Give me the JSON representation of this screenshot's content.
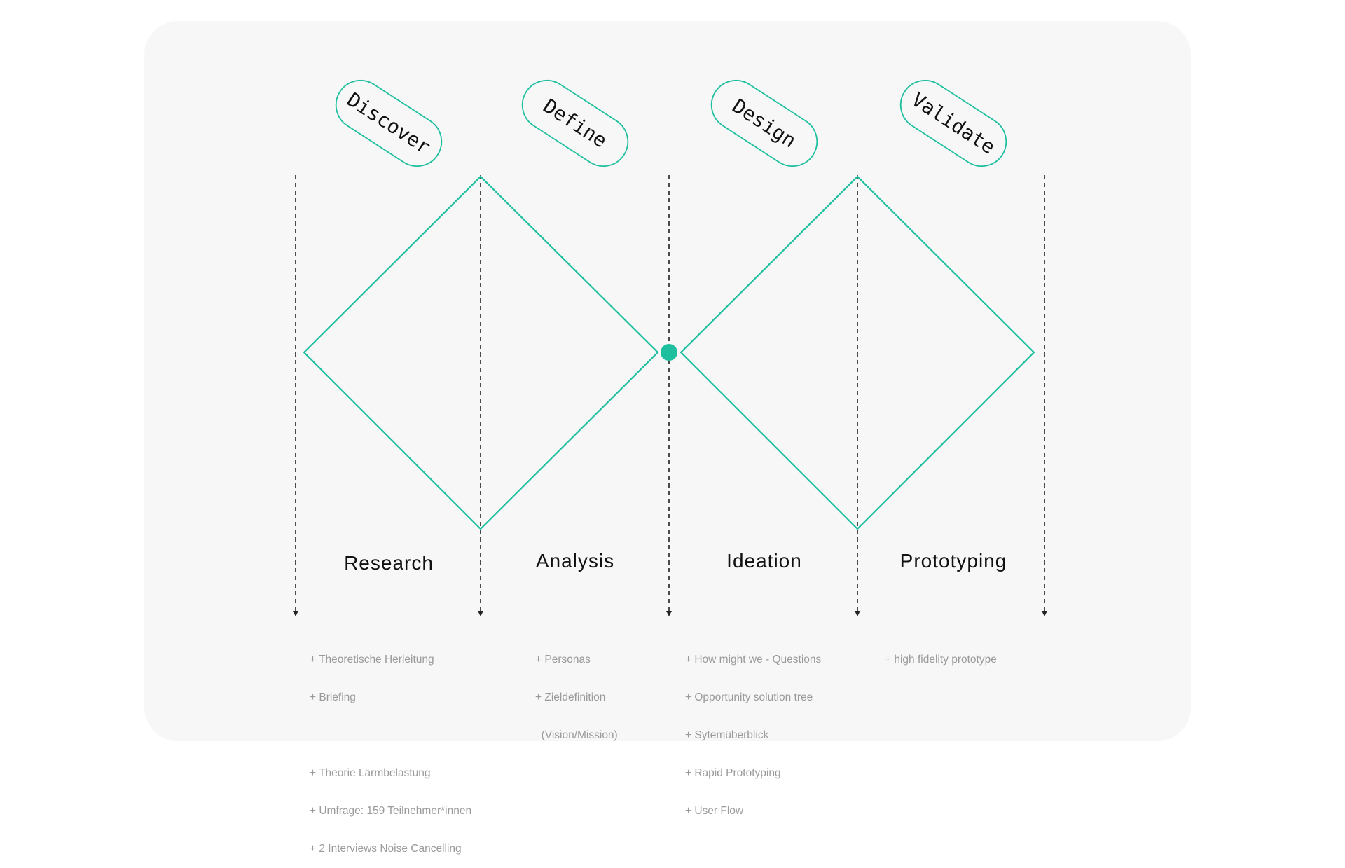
{
  "colors": {
    "accent": "#1ebf9e",
    "background": "#f7f7f7",
    "text": "#111111",
    "muted": "#9a9a9a"
  },
  "stages": [
    {
      "label": "Discover"
    },
    {
      "label": "Define"
    },
    {
      "label": "Design"
    },
    {
      "label": "Validate"
    }
  ],
  "phases": [
    {
      "label": "Research",
      "notes": [
        "+ Theoretische Herleitung",
        "+ Briefing",
        "",
        "+ Theorie Lärmbelastung",
        "+ Umfrage: 159 Teilnehmer*innen",
        "+ 2 Interviews Noise Cancelling"
      ]
    },
    {
      "label": "Analysis",
      "notes": [
        "+ Personas",
        "+ Zieldefinition",
        "  (Vision/Mission)"
      ]
    },
    {
      "label": "Ideation",
      "notes": [
        "+ How might we - Questions",
        "+ Opportunity solution tree",
        "+ Sytemüberblick",
        "+ Rapid Prototyping",
        "+ User Flow"
      ]
    },
    {
      "label": "Prototyping",
      "notes": [
        "+ high fidelity prototype"
      ]
    }
  ]
}
